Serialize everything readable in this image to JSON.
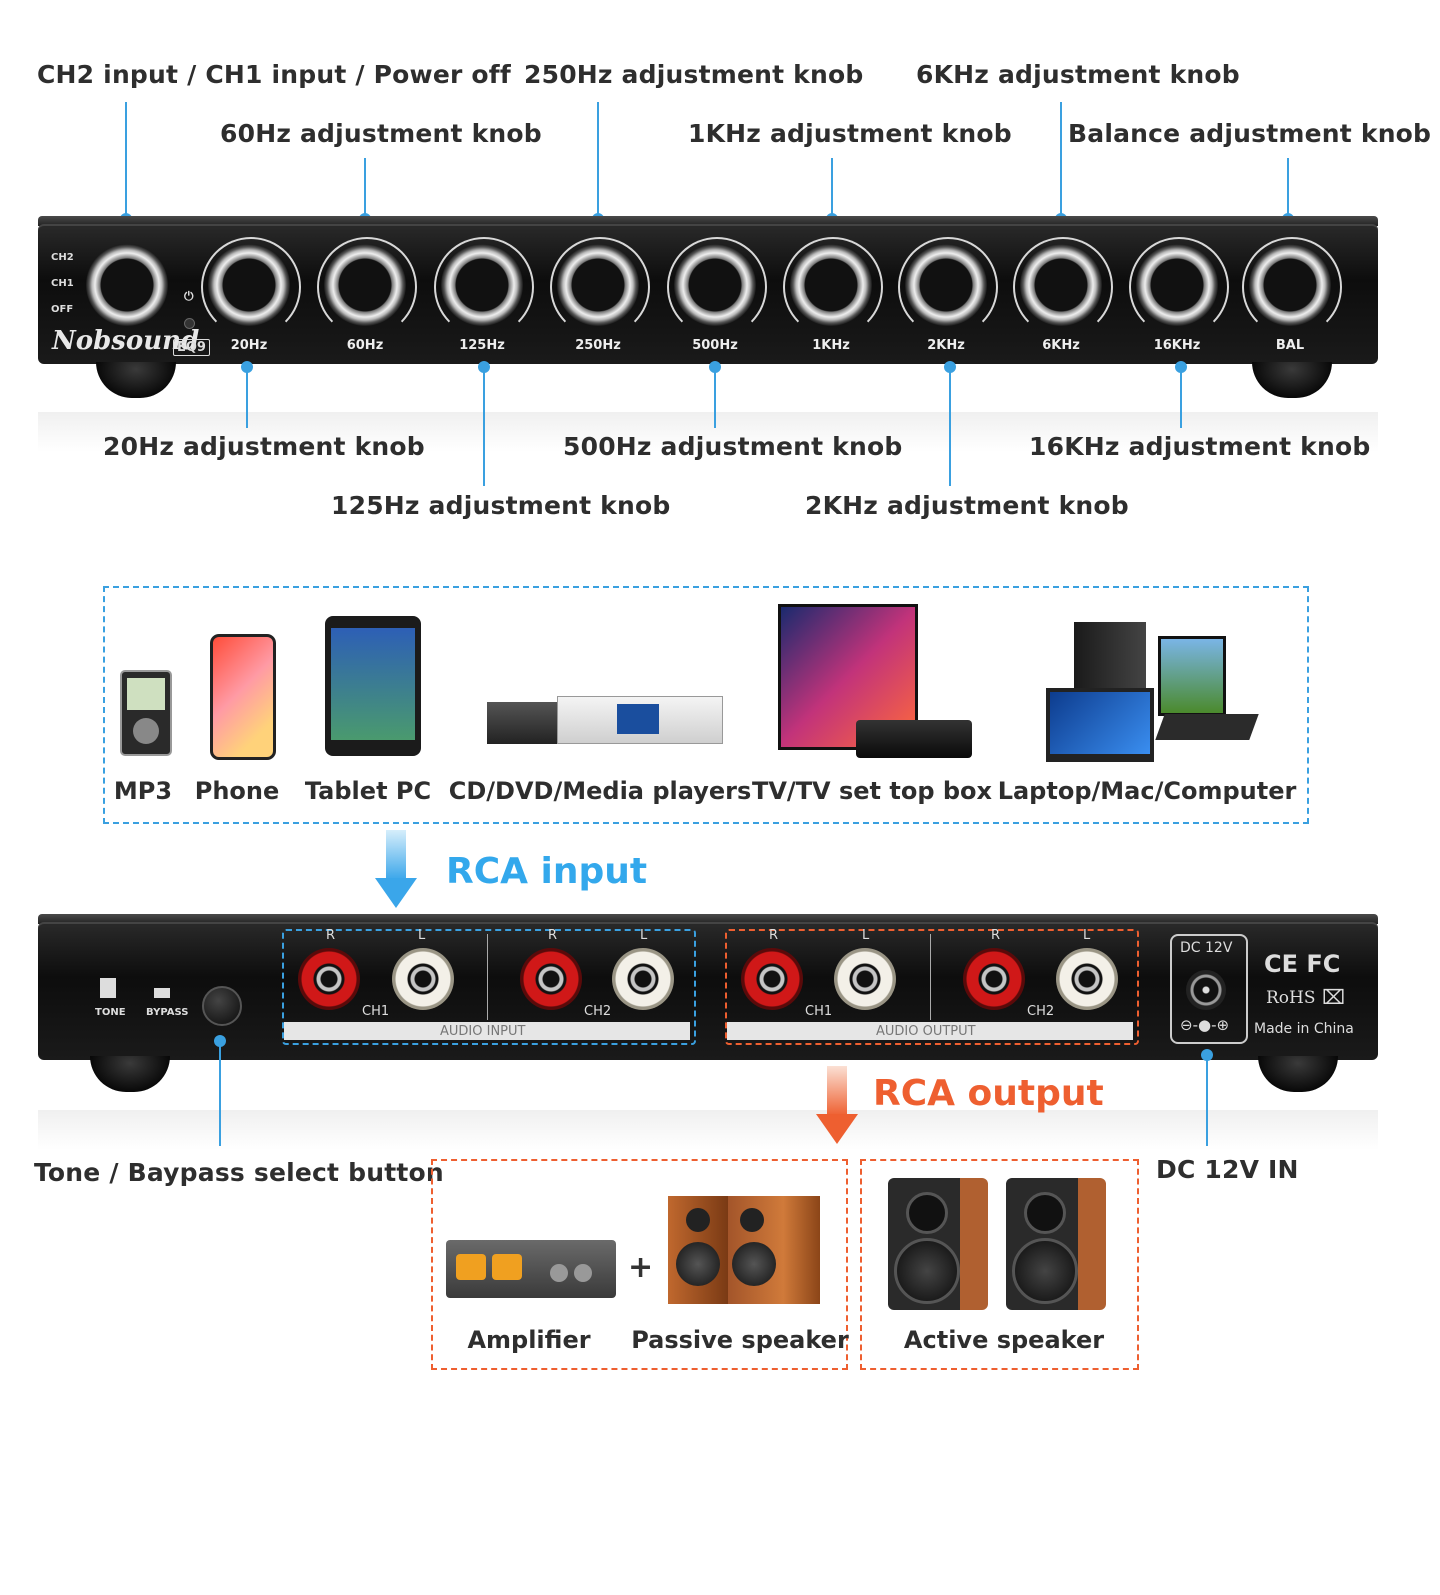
{
  "front_callouts": {
    "ch_input": "CH2 input / CH1 input / Power off",
    "k60": "60Hz adjustment knob",
    "k250": "250Hz adjustment knob",
    "k1k": "1KHz adjustment knob",
    "k6k": "6KHz adjustment knob",
    "bal": "Balance adjustment knob",
    "k20": "20Hz adjustment knob",
    "k125": "125Hz adjustment knob",
    "k500": "500Hz adjustment knob",
    "k2k": "2KHz adjustment knob",
    "k16k": "16KHz adjustment knob"
  },
  "front_panel": {
    "brand": "Nobsound",
    "model": "EQ9",
    "switch_labels": [
      "CH2",
      "CH1",
      "OFF"
    ],
    "knob_labels": [
      "20Hz",
      "60Hz",
      "125Hz",
      "250Hz",
      "500Hz",
      "1KHz",
      "2KHz",
      "6KHz",
      "16KHz",
      "BAL"
    ]
  },
  "sources": {
    "items": [
      "MP3",
      "Phone",
      "Tablet PC",
      "CD/DVD/Media players",
      "TV/TV set top box",
      "Laptop/Mac/Computer"
    ]
  },
  "rca_input_label": "RCA input",
  "rca_output_label": "RCA output",
  "rear_panel": {
    "tone": "TONE",
    "bypass": "BYPASS",
    "r": "R",
    "l": "L",
    "ch1": "CH1",
    "ch2": "CH2",
    "audio_input": "AUDIO INPUT",
    "audio_output": "AUDIO OUTPUT",
    "dc": "DC 12V",
    "ce_fc": "CE FC",
    "rohs": "RoHS",
    "made": "Made in China"
  },
  "rear_callouts": {
    "tone_bypass": "Tone / Baypass select button",
    "dc_in": "DC 12V IN"
  },
  "outputs": {
    "amplifier": "Amplifier",
    "plus": "+",
    "passive": "Passive speaker",
    "active": "Active speaker"
  },
  "colors": {
    "callout_line": "#3aa0e0",
    "input_accent": "#33a8ec",
    "output_accent": "#ee5f30"
  }
}
